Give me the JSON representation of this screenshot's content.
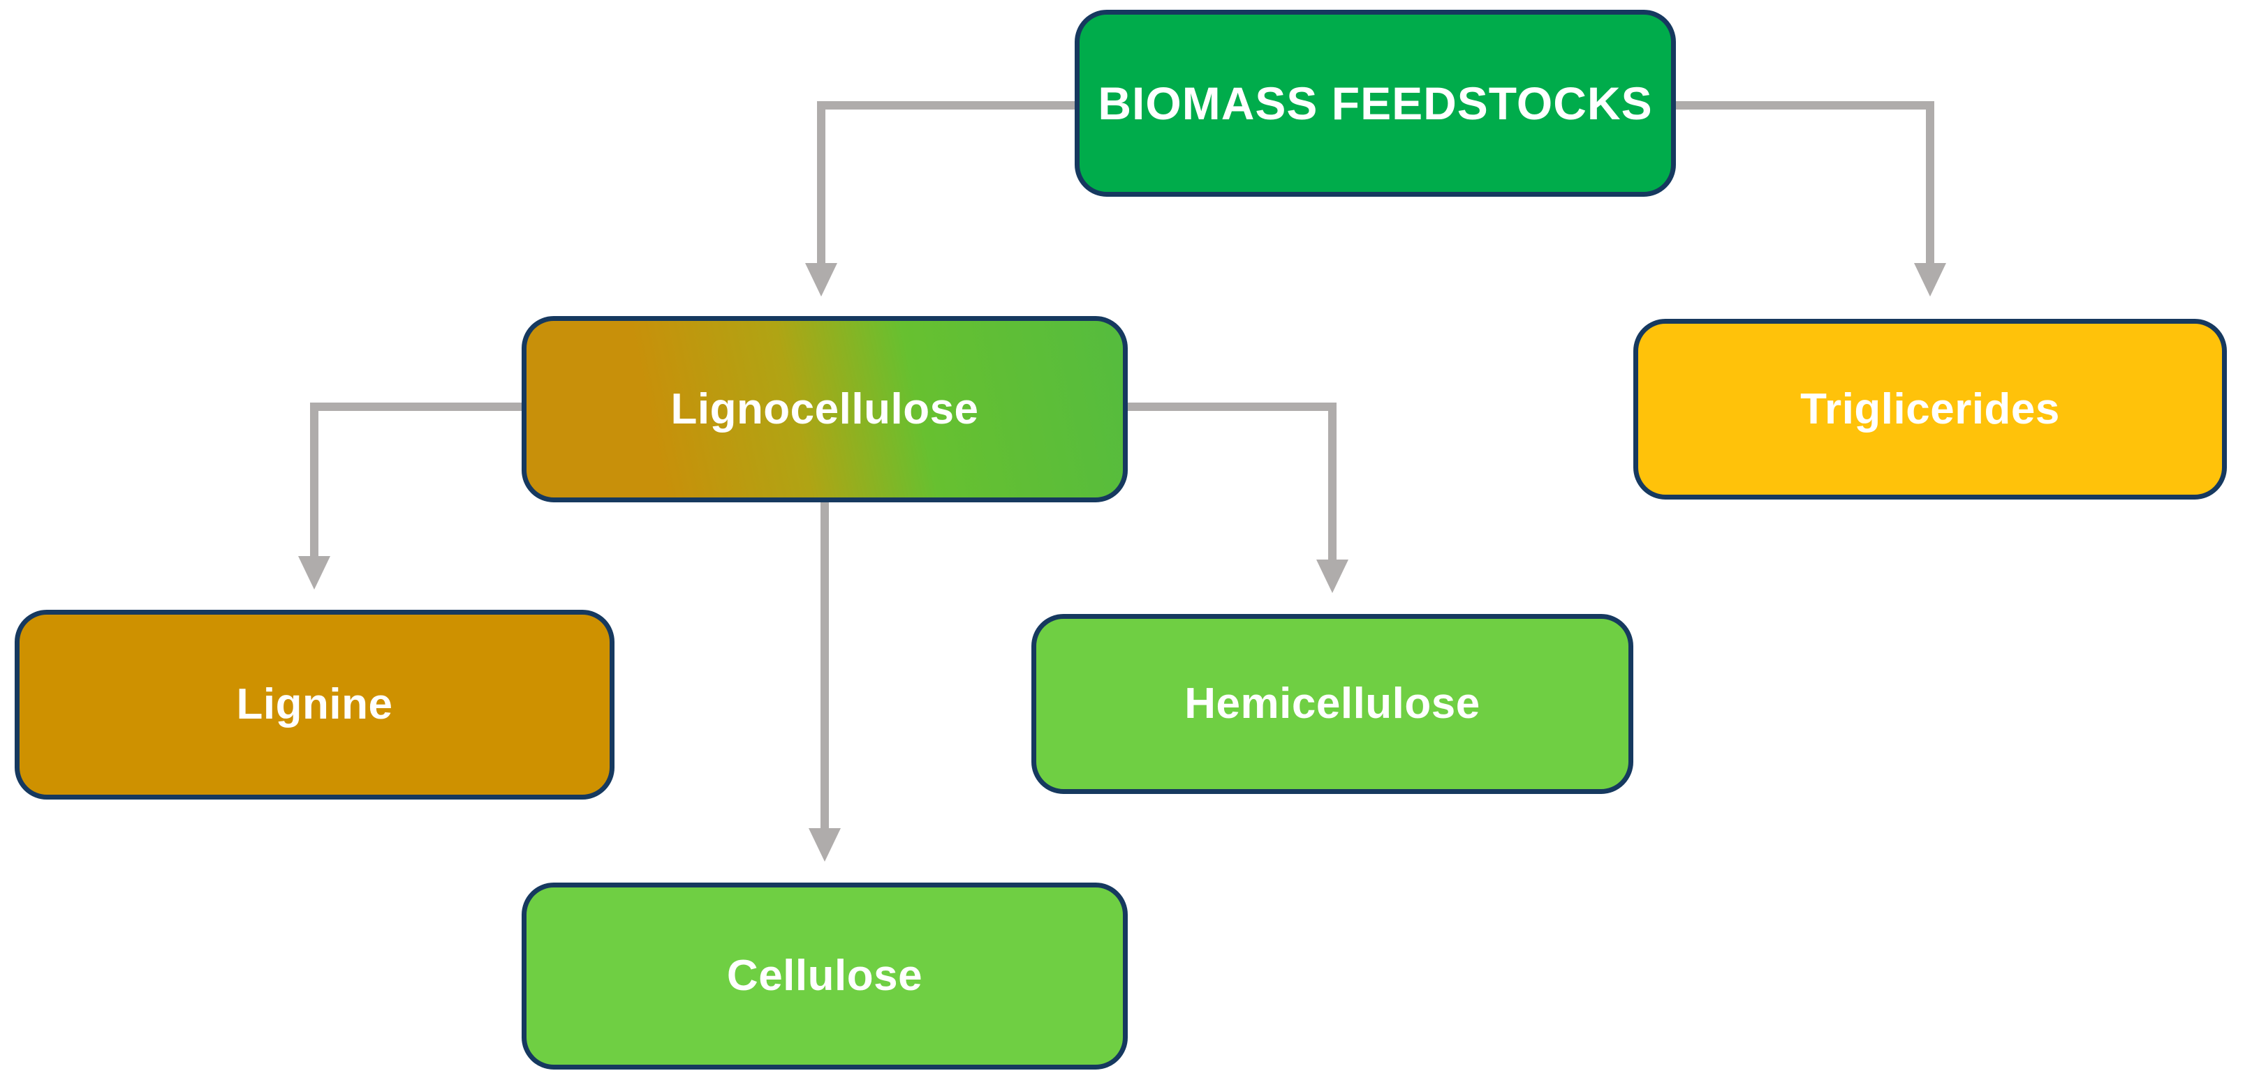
{
  "diagram": {
    "background_color": "#FFFFFF",
    "text_color": "#FFFFFF",
    "border_color": "#16395F",
    "arrow_color": "#AFACAB",
    "nodes": [
      {
        "id": "biomass-feedstocks",
        "label": "BIOMASS FEEDSTOCKS",
        "fill": "#00AC4B"
      },
      {
        "id": "lignocellulose",
        "label": "Lignocellulose",
        "fill_gradient": [
          "#C8900A",
          "#B0A414",
          "#67C030",
          "#55BC3E"
        ]
      },
      {
        "id": "triglicerides",
        "label": "Triglicerides",
        "fill": "#FFC20A"
      },
      {
        "id": "lignine",
        "label": "Lignine",
        "fill": "#CE9100"
      },
      {
        "id": "hemicellulose",
        "label": "Hemicellulose",
        "fill": "#6FCF43"
      },
      {
        "id": "cellulose",
        "label": "Cellulose",
        "fill": "#6FCF43"
      }
    ],
    "edges": [
      {
        "from": "biomass-feedstocks",
        "to": "lignocellulose"
      },
      {
        "from": "biomass-feedstocks",
        "to": "triglicerides"
      },
      {
        "from": "lignocellulose",
        "to": "lignine"
      },
      {
        "from": "lignocellulose",
        "to": "hemicellulose"
      },
      {
        "from": "lignocellulose",
        "to": "cellulose"
      }
    ]
  }
}
